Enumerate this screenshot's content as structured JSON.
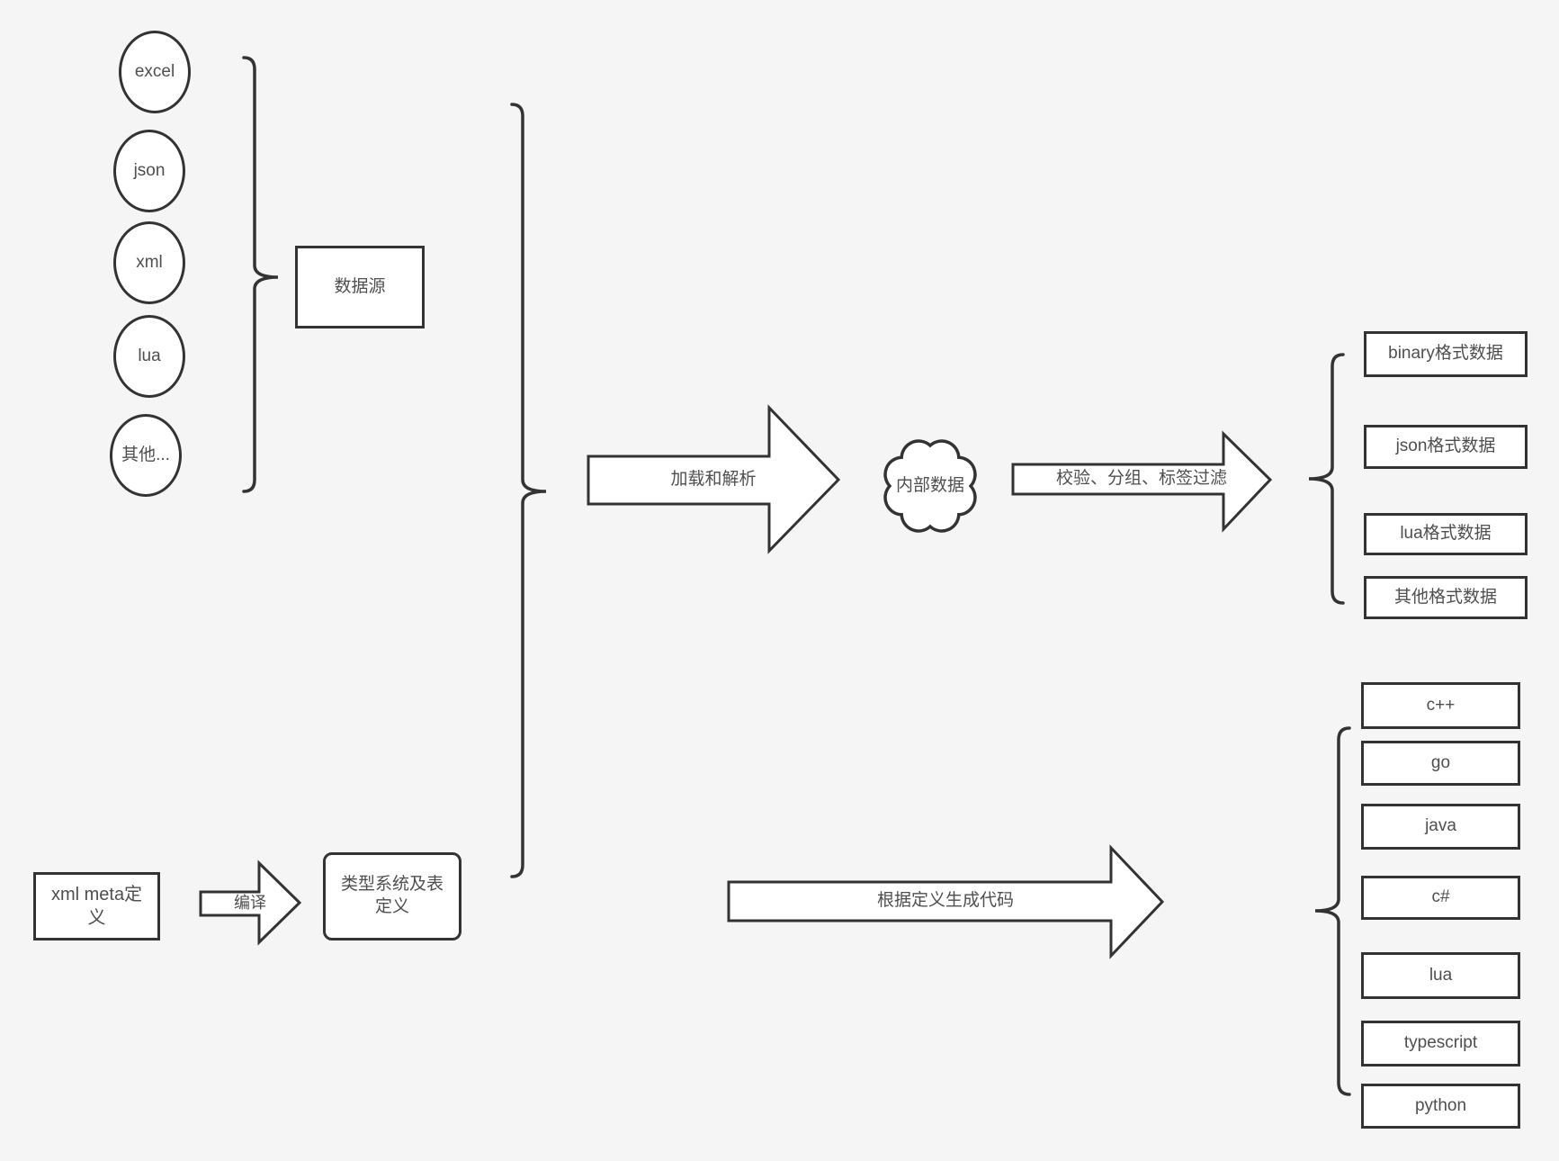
{
  "colors": {
    "background": "#f5f5f5",
    "shape_fill": "#ffffff",
    "stroke": "#333333",
    "text": "#4f4f4f"
  },
  "sources": {
    "group_label": "数据源",
    "items": [
      "excel",
      "json",
      "xml",
      "lua",
      "其他..."
    ]
  },
  "flow": {
    "load_arrow_label": "加载和解析",
    "internal_data_label": "内部数据",
    "filter_arrow_label": "校验、分组、标签过滤"
  },
  "data_outputs": {
    "items": [
      "binary格式数据",
      "json格式数据",
      "lua格式数据",
      "其他格式数据"
    ]
  },
  "definitions": {
    "xml_meta_label": "xml meta定义",
    "compile_arrow_label": "编译",
    "type_system_label": "类型系统及表定义",
    "codegen_arrow_label": "根据定义生成代码"
  },
  "codegen_targets": {
    "items": [
      "c++",
      "go",
      "java",
      "c#",
      "lua",
      "typescript",
      "python"
    ]
  }
}
